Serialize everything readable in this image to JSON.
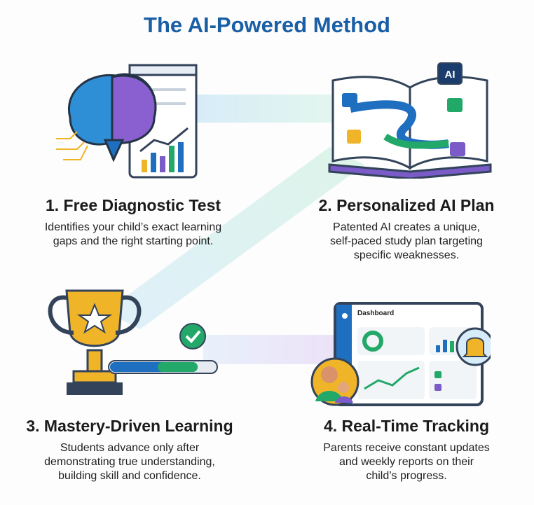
{
  "title": "The AI-Powered Method",
  "steps": [
    {
      "heading": "1. Free Diagnostic Test",
      "lines": [
        "Identifies your child’s exact learning",
        "gaps and the right starting point."
      ]
    },
    {
      "heading": "2. Personalized AI Plan",
      "lines": [
        "Patented AI creates a unique,",
        "self-paced study plan targeting",
        "specific weaknesses."
      ]
    },
    {
      "heading": "3. Mastery-Driven Learning",
      "lines": [
        "Students advance only after",
        "demonstrating true understanding,",
        "building skill and confidence."
      ]
    },
    {
      "heading": "4. Real-Time Tracking",
      "lines": [
        "Parents receive constant updates",
        "and weekly reports on their",
        "child’s progress."
      ]
    }
  ],
  "illustrations": {
    "chip_label": "AI",
    "dashboard_label": "Dashboard"
  },
  "colors": {
    "title": "#1a5ea6",
    "blue": "#1f6fc0",
    "green": "#22a868",
    "purple": "#7a5bc7",
    "gold": "#f0b429"
  }
}
